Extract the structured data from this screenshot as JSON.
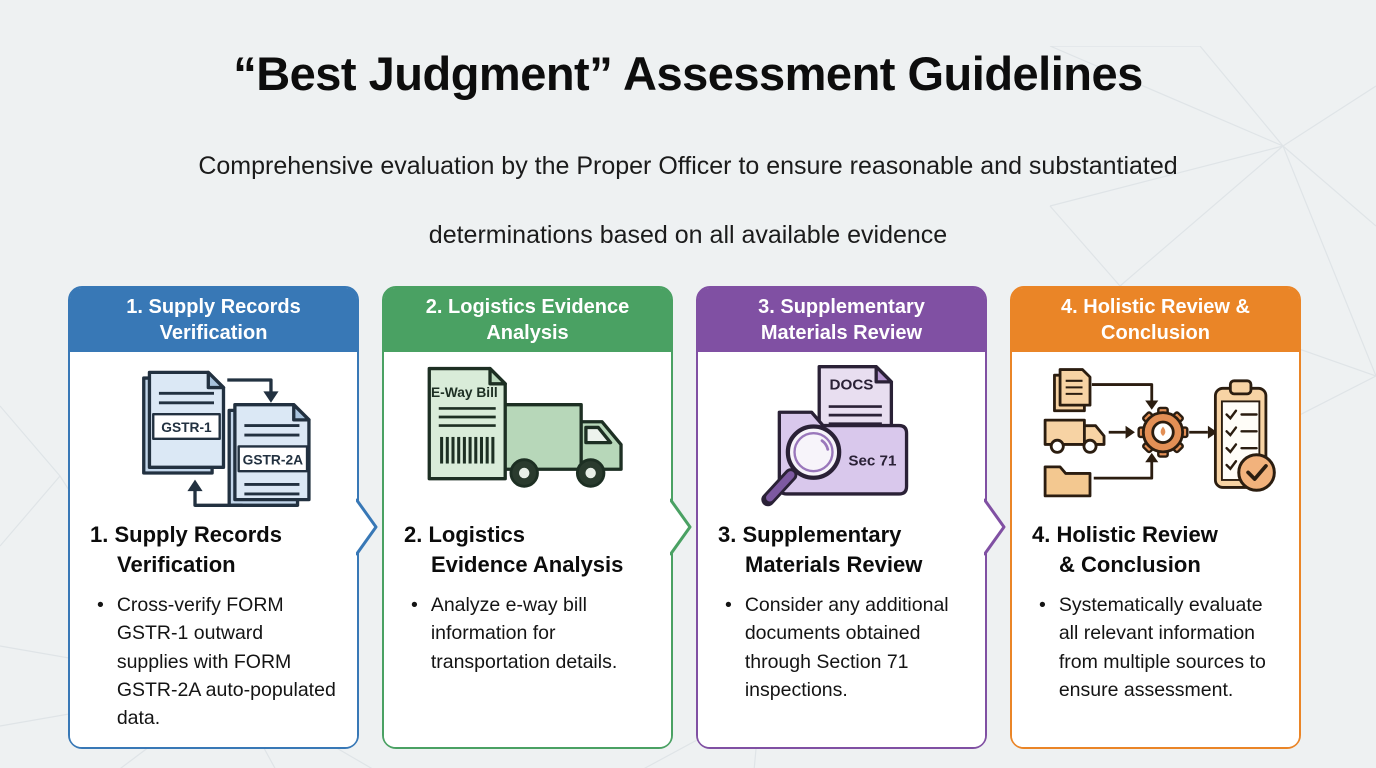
{
  "ui": {
    "bullet_glyph": "•"
  },
  "header": {
    "title": "“Best Judgment” Assessment Guidelines",
    "subtitle_line1": "Comprehensive evaluation by the Proper Officer to ensure reasonable and substantiated",
    "subtitle_line2": "determinations based on all available evidence"
  },
  "colors": {
    "background": "#eef1f2",
    "card_background": "#ffffff",
    "title_text": "#0d0d0d",
    "body_text": "#141414",
    "header_text": "#ffffff",
    "blue": "#3878b6",
    "green": "#4aa163",
    "purple": "#8050a3",
    "orange": "#ea8527"
  },
  "cards": [
    {
      "accent": "#3878b6",
      "header_line1": "1. Supply Records",
      "header_line2": "Verification",
      "heading_line1": "1. Supply Records",
      "heading_line2": "Verification",
      "bullet": "Cross-verify FORM GSTR-1 outward supplies with FORM GSTR-2A auto-populated data.",
      "icon": "gstr-documents-exchange-icon",
      "icon_labels": {
        "doc1": "GSTR-1",
        "doc2": "GSTR-2A"
      }
    },
    {
      "accent": "#4aa163",
      "header_line1": "2. Logistics Evidence",
      "header_line2": "Analysis",
      "heading_line1": "2. Logistics",
      "heading_line2": "Evidence Analysis",
      "bullet": "Analyze e-way bill information for transportation details.",
      "icon": "eway-bill-truck-icon",
      "icon_labels": {
        "doc": "E-Way Bill"
      }
    },
    {
      "accent": "#8050a3",
      "header_line1": "3. Supplementary",
      "header_line2": "Materials Review",
      "heading_line1": "3. Supplementary",
      "heading_line2": "Materials Review",
      "bullet": "Consider any additional documents obtained through Section 71 inspections.",
      "icon": "magnifier-folder-icon",
      "icon_labels": {
        "doc": "DOCS",
        "folder": "Sec 71"
      }
    },
    {
      "accent": "#ea8527",
      "header_line1": "4. Holistic Review &",
      "header_line2": "Conclusion",
      "heading_line1": "4. Holistic Review",
      "heading_line2": "& Conclusion",
      "bullet": "Systematically evaluate all relevant information from multiple sources to ensure assessment.",
      "icon": "review-workflow-icon",
      "icon_labels": {}
    }
  ]
}
